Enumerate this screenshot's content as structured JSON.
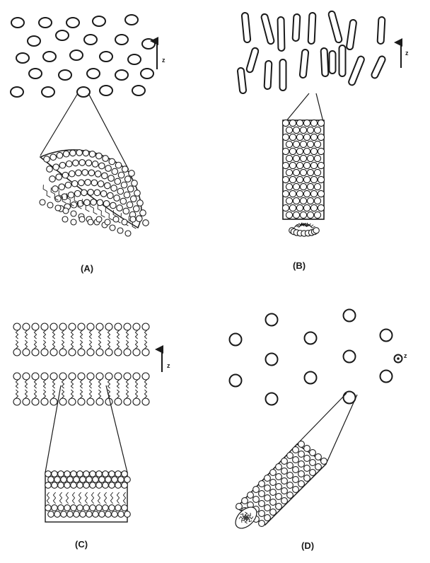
{
  "panels": [
    {
      "id": "A",
      "label": "(A)",
      "axis_label": "z"
    },
    {
      "id": "B",
      "label": "(B)",
      "axis_label": "z"
    },
    {
      "id": "C",
      "label": "(C)",
      "axis_label": "z"
    },
    {
      "id": "D",
      "label": "(D)",
      "axis_label": "z"
    }
  ],
  "colors": {
    "ink": "#1a1a1a",
    "background": "#ffffff"
  }
}
